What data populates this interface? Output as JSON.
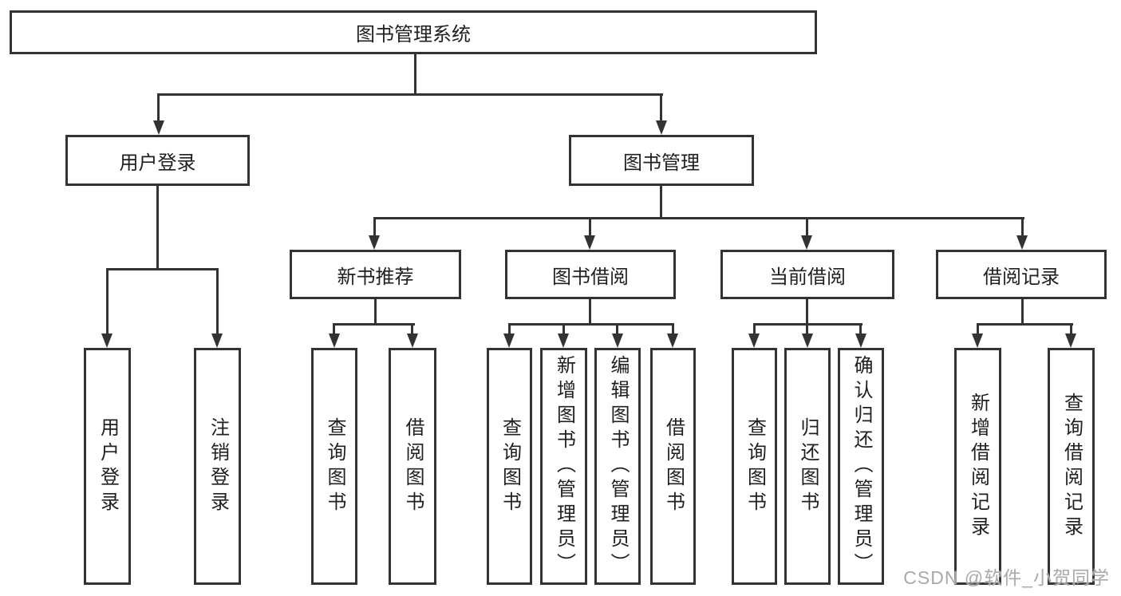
{
  "tree": {
    "root": "图书管理系统",
    "branches": [
      {
        "label": "用户登录",
        "children": [
          "用户登录",
          "注销登录"
        ]
      },
      {
        "label": "图书管理",
        "sections": [
          {
            "label": "新书推荐",
            "children": [
              "查询图书",
              "借阅图书"
            ]
          },
          {
            "label": "图书借阅",
            "children": [
              "查询图书",
              "新增图书（管理员）",
              "编辑图书（管理员）",
              "借阅图书"
            ]
          },
          {
            "label": "当前借阅",
            "children": [
              "查询图书",
              "归还图书",
              "确认归还（管理员）"
            ]
          },
          {
            "label": "借阅记录",
            "children": [
              "新增借阅记录",
              "查询借阅记录"
            ]
          }
        ]
      }
    ]
  },
  "watermark": "CSDN @软件_小贺同学",
  "colors": {
    "line": "#333333",
    "text": "#1f1f1f",
    "watermark": "#a9a9a9",
    "background": "#ffffff"
  }
}
